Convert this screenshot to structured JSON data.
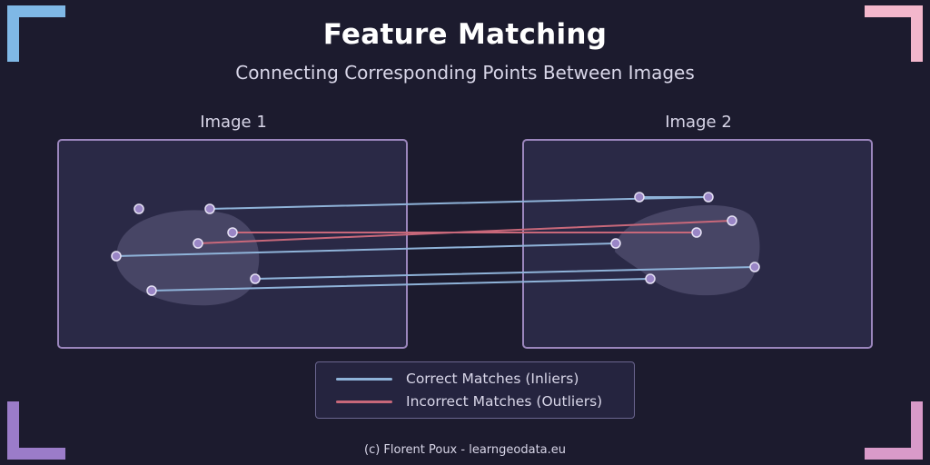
{
  "title": "Feature Matching",
  "subtitle": "Connecting Corresponding Points Between Images",
  "images": [
    {
      "label": "Image 1"
    },
    {
      "label": "Image 2"
    }
  ],
  "legend": {
    "inliers_label": "Correct Matches (Inliers)",
    "outliers_label": "Incorrect Matches (Outliers)"
  },
  "footer": "(c) Florent Poux - learngeodata.eu",
  "colors": {
    "background": "#1c1b2e",
    "panel_fill": "#2a2946",
    "panel_border": "#9b86bd",
    "blob": "#4a4868",
    "inlier": "#8fb3d9",
    "outlier": "#c8687a",
    "keypoint_fill": "#9a86c6",
    "corner_top_left": "#7fb8e6",
    "corner_top_right": "#f3b7cc",
    "corner_bottom_left": "#9b7cc9",
    "corner_bottom_right": "#d99ac9"
  }
}
